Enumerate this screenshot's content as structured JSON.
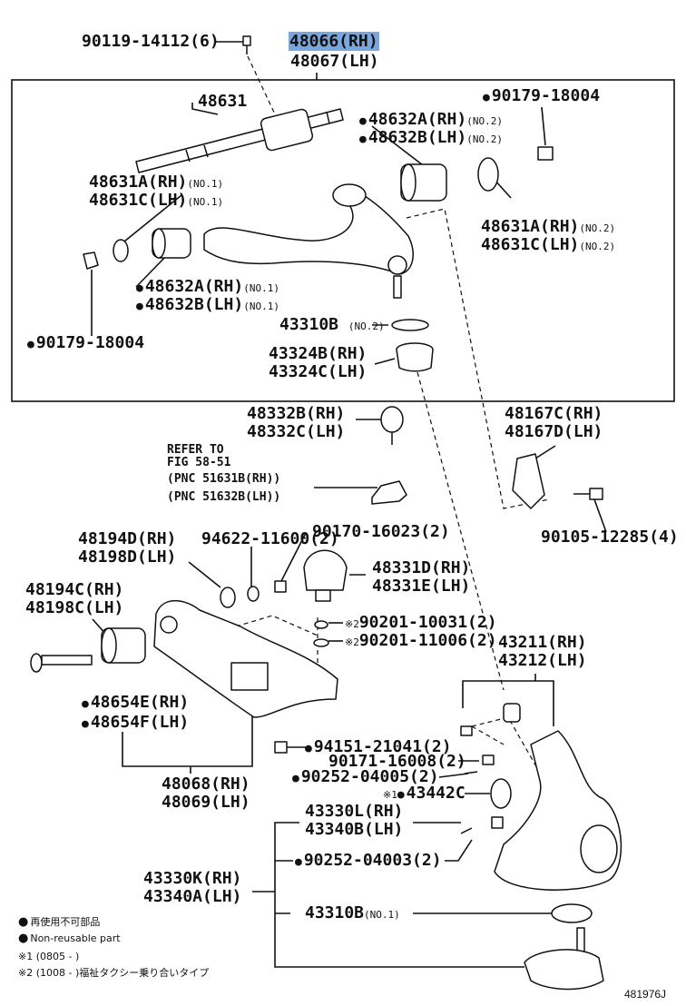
{
  "labels": {
    "bolt_top": "90119-14112(6)",
    "arm_rh": "48066(RH)",
    "arm_lh": "48067(LH)",
    "shaft": "48631",
    "nut_top_right": "90179-18004",
    "bush_no2_rh": "48632A(RH)",
    "bush_no2_lh": "48632B(LH)",
    "no2": "(NO.2)",
    "no1": "(NO.1)",
    "washer_no1_rh": "48631A(RH)",
    "washer_no1_lh": "48631C(LH)",
    "washer_no2_rh": "48631A(RH)",
    "washer_no2_lh": "48631C(LH)",
    "bush_no1_rh": "48632A(RH)",
    "bush_no1_lh": "48632B(LH)",
    "nut_left": "90179-18004",
    "ring_upper": "43310B",
    "boot_rh": "43324B(RH)",
    "boot_lh": "43324C(LH)",
    "bumper_rh": "48332B(RH)",
    "bumper_lh": "48332C(LH)",
    "refer_1": "REFER TO",
    "refer_2": "FIG 58-51",
    "refer_3": "(PNC 51631B(RH))",
    "refer_4": "(PNC 51632B(LH))",
    "bracket_rh": "48167C(RH)",
    "bracket_lh": "48167D(LH)",
    "bolt_bracket": "90105-12285(4)",
    "washer_small": "94622-11600(2)",
    "nut_stop": "90170-16023(2)",
    "stopper_rh": "48331D(RH)",
    "stopper_lh": "48331E(LH)",
    "plate_rh": "48194D(RH)",
    "plate_lh": "48198D(LH)",
    "cam_rh": "48194C(RH)",
    "cam_lh": "48198C(LH)",
    "mark2": "※2",
    "mark1": "※1",
    "washer_a": "90201-10031(2)",
    "washer_b": "90201-11006(2)",
    "knuckle_rh": "43211(RH)",
    "knuckle_lh": "43212(LH)",
    "lower_bush_rh": "48654E(RH)",
    "lower_bush_lh": "48654F(LH)",
    "nut_lower": "94151-21041(2)",
    "nut_castle": "90171-16008(2)",
    "pin_upper": "90252-04005(2)",
    "cap": "43442C",
    "lower_arm_rh": "48068(RH)",
    "lower_arm_lh": "48069(LH)",
    "balljoint_rh": "43330L(RH)",
    "balljoint_lh": "43340B(LH)",
    "pin_lower": "90252-04003(2)",
    "balljoint_assy_rh": "43330K(RH)",
    "balljoint_assy_lh": "43340A(LH)",
    "ring_lower": "43310B",
    "legend_jp": "再使用不可部品",
    "legend_en": "Non-reusable part",
    "note1": "※1 (0805 -      )",
    "note2": "※2 (1008 -      )福祉タクシー乗り合いタイプ",
    "figure_no": "481976J"
  }
}
